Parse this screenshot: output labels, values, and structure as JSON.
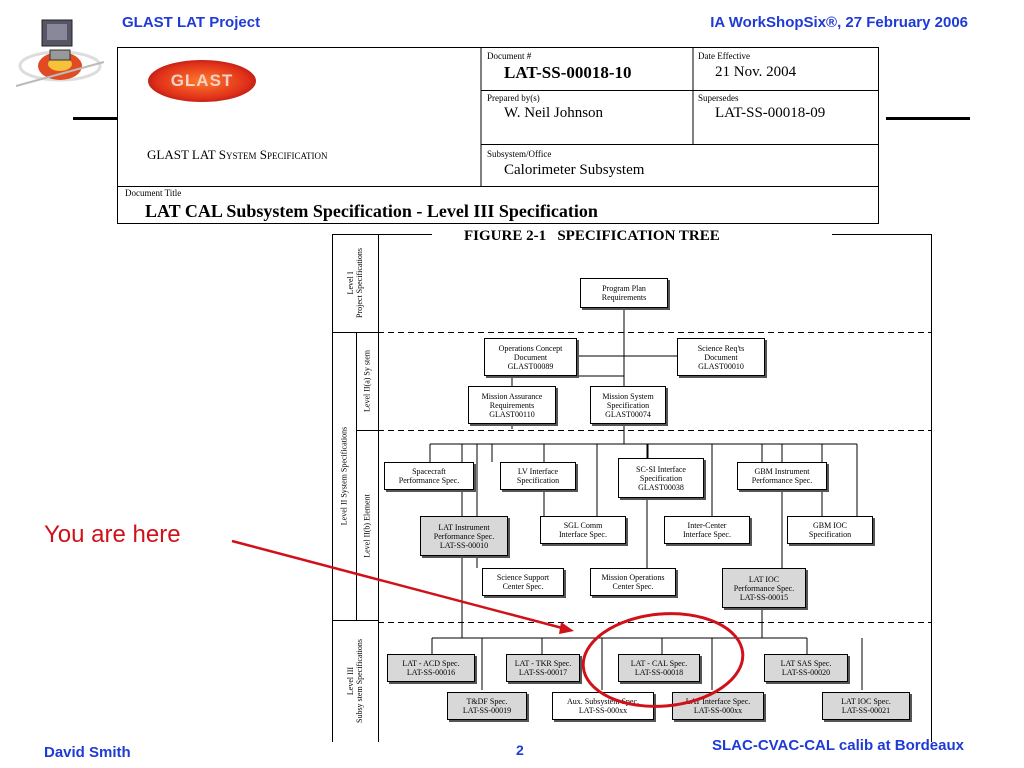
{
  "header": {
    "left_title": "GLAST LAT Project",
    "right_title": "IA WorkShopSix®, 27 February 2006"
  },
  "footer": {
    "author": "David Smith",
    "page_number": "2",
    "right_text": "SLAC-CVAC-CAL calib at Bordeaux"
  },
  "annotation": {
    "text": "You are here",
    "color": "#d0111a"
  },
  "doc_header": {
    "logo_text": "GLAST",
    "system_spec": "GLAST LAT System Specification",
    "document_label": "Document #",
    "document_number": "LAT-SS-00018-10",
    "date_label": "Date Effective",
    "date_value": "21 Nov. 2004",
    "prepared_label": "Prepared by(s)",
    "prepared_value": "W. Neil Johnson",
    "supersedes_label": "Supersedes",
    "supersedes_value": "LAT-SS-00018-09",
    "subsystem_label": "Subsystem/Office",
    "subsystem_value": "Calorimeter Subsystem",
    "title_label": "Document Title",
    "title_value": "LAT CAL Subsystem Specification - Level III Specification"
  },
  "tree": {
    "figure_title": "FIGURE 2-1   SPECIFICATION TREE",
    "levels": {
      "level1": "Level I\nProject Specifications",
      "level2": "Level II System Specifications",
      "level2a": "Level II(a) Sy stem",
      "level2b": "Level II(b) Element",
      "level3": "Level III\nSubsy stem Specifications"
    },
    "nodes": {
      "program_plan": "Program Plan\nRequirements",
      "ops_concept": "Operations Concept\nDocument\nGLAST00089",
      "science_reqs": "Science Req'ts\nDocument\nGLAST00010",
      "mission_assurance": "Mission Assurance\nRequirements\nGLAST00110",
      "mission_system": "Mission System\nSpecification\nGLAST00074",
      "spacecraft": "Spacecraft\nPerformance Spec.",
      "lv_interface": "LV Interface\nSpecification",
      "scsi_interface": "SC-SI Interface\nSpecification\nGLAST00038",
      "gbm_instrument": "GBM Instrument\nPerformance Spec.",
      "lat_instrument": "LAT Instrument\nPerformance Spec.\nLAT-SS-00010",
      "sgl_comm": "SGL Comm\nInterface Spec.",
      "inter_center": "Inter-Center\nInterface Spec.",
      "gbm_ioc": "GBM IOC\nSpecification",
      "science_support": "Science Support\nCenter Spec.",
      "mission_ops": "Mission Operations\nCenter Spec.",
      "lat_ioc_perf": "LAT IOC\nPerformance Spec.\nLAT-SS-00015",
      "lat_acd": "LAT - ACD Spec.\nLAT-SS-00016",
      "lat_tkr": "LAT - TKR Spec.\nLAT-SS-00017",
      "lat_cal": "LAT - CAL Spec.\nLAT-SS-00018",
      "lat_sas": "LAT SAS Spec.\nLAT-SS-00020",
      "tdf": "T&DF Spec.\nLAT-SS-00019",
      "aux_subsystem": "Aux. Subsystem Spec.\nLAT-SS-000xx",
      "lat_interface": "LAT Interface Spec.\nLAT-SS-000xx",
      "lat_ioc_spec": "LAT IOC Spec.\nLAT-SS-00021"
    }
  }
}
